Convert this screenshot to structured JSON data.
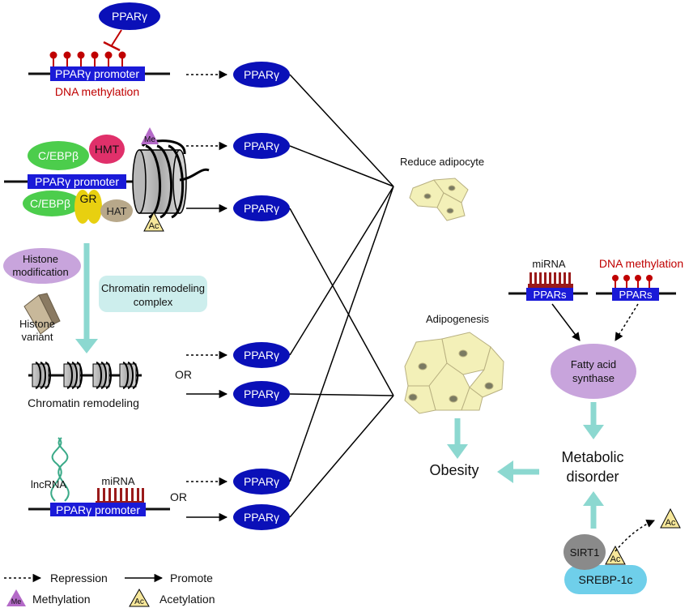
{
  "top": {
    "ppar_ligand": "PPARγ",
    "promoter": "PPARγ promoter",
    "dna_methylation": "DNA methylation",
    "result": "PPARγ"
  },
  "histone": {
    "me_badge": "Me",
    "ac_badge": "Ac",
    "cebpb_top": "C/EBPβ",
    "hmt": "HMT",
    "promoter": "PPARγ promoter",
    "cebpb_bottom": "C/EBPβ",
    "gr": "GR",
    "hat": "HAT",
    "result_repress": "PPARγ",
    "result_promote": "PPARγ"
  },
  "remodel": {
    "histone_modification": [
      "Histone",
      "modification"
    ],
    "histone_variant": [
      "Histone",
      "variant"
    ],
    "complex": [
      "Chromatin remodeling",
      "complex"
    ],
    "chromatin_remodeling": "Chromatin remodeling",
    "or": "OR",
    "result_repress": "PPARγ",
    "result_promote": "PPARγ"
  },
  "ncrna": {
    "lncrna": "lncRNA",
    "mirna": "miRNA",
    "promoter": "PPARγ promoter",
    "or": "OR",
    "result_repress": "PPARγ",
    "result_promote": "PPARγ"
  },
  "outcomes": {
    "reduce_adipocyte": "Reduce adipocyte",
    "adipogenesis": "Adipogenesis",
    "obesity": "Obesity",
    "metabolic_disorder": [
      "Metabolic",
      "disorder"
    ]
  },
  "ppars_panel": {
    "mirna": "miRNA",
    "dna_methylation": "DNA methylation",
    "ppars_left": "PPARs",
    "ppars_right": "PPARs",
    "fatty_acid_synthase": [
      "Fatty acid",
      "synthase"
    ]
  },
  "sirt": {
    "sirt1": "SIRT1",
    "srebp": "SREBP-1c",
    "ac_small": "Ac",
    "ac_free": "Ac"
  },
  "legend": {
    "repression": "Repression",
    "promote": "Promote",
    "methylation": "Methylation",
    "acetylation": "Acetylation",
    "me_badge": "Me",
    "ac_badge": "Ac"
  },
  "colors": {
    "ppar_blue": "#0a10b8",
    "promoter_blue": "#1a1ad8",
    "methyl_red": "#c00000",
    "cebp_green": "#4ccd4c",
    "hmt_pink": "#e0306a",
    "gr_yellow": "#e8d010",
    "hat_tan": "#b8a88a",
    "purple": "#c8a4dc",
    "teal": "#8cd8d0",
    "sky": "#6fcfea",
    "sirt_gray": "#8a8a8a",
    "cell_fill": "#f3f0b8",
    "tri_yellow": "#f6e79a",
    "tri_purple": "#b46ac8"
  }
}
